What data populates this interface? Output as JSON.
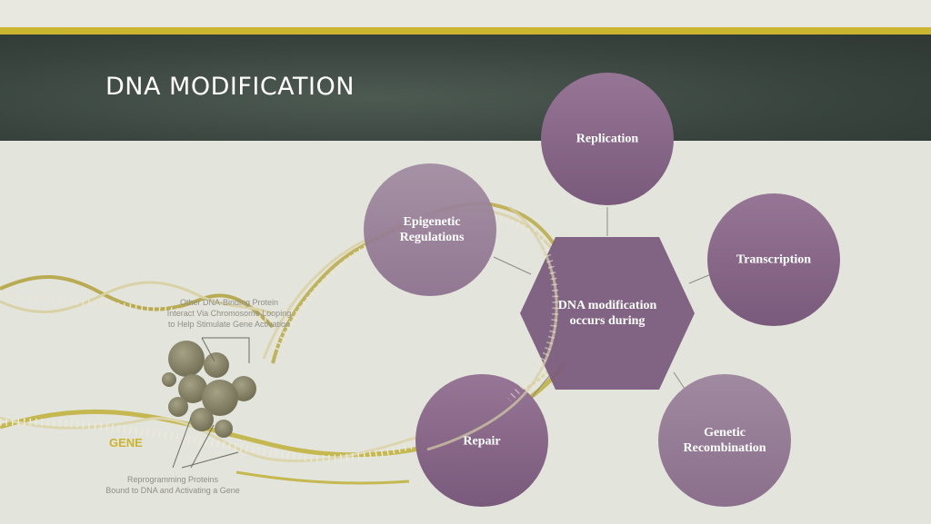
{
  "slide": {
    "title": "DNA MODIFICATION"
  },
  "diagram": {
    "center": "DNA modification occurs during",
    "center_lines": [
      "DNA modification",
      "occurs during"
    ],
    "nodes": [
      {
        "id": "replication",
        "lines": [
          "Replication"
        ]
      },
      {
        "id": "transcription",
        "lines": [
          "Transcription"
        ]
      },
      {
        "id": "genetic-recombination",
        "lines": [
          "Genetic",
          "Recombination"
        ]
      },
      {
        "id": "repair",
        "lines": [
          "Repair"
        ]
      },
      {
        "id": "epigenetic-regulations",
        "lines": [
          "Epigenetic",
          "Regulations"
        ]
      }
    ]
  },
  "illustration": {
    "caption_top": [
      "Other DNA-Binding Protein",
      "Interact Via Chromosome Looping",
      "to Help Stimulate Gene Activation"
    ],
    "gene_label": "GENE",
    "caption_bottom": [
      "Reprogramming Proteins",
      "Bound to DNA and Activating a Gene"
    ]
  },
  "colors": {
    "background": "#e3e4dc",
    "header": "#38433d",
    "accent_gold": "#c9b52f",
    "node_purple": "#8b6a8c",
    "hexagon_purple": "#7a5a7c"
  }
}
